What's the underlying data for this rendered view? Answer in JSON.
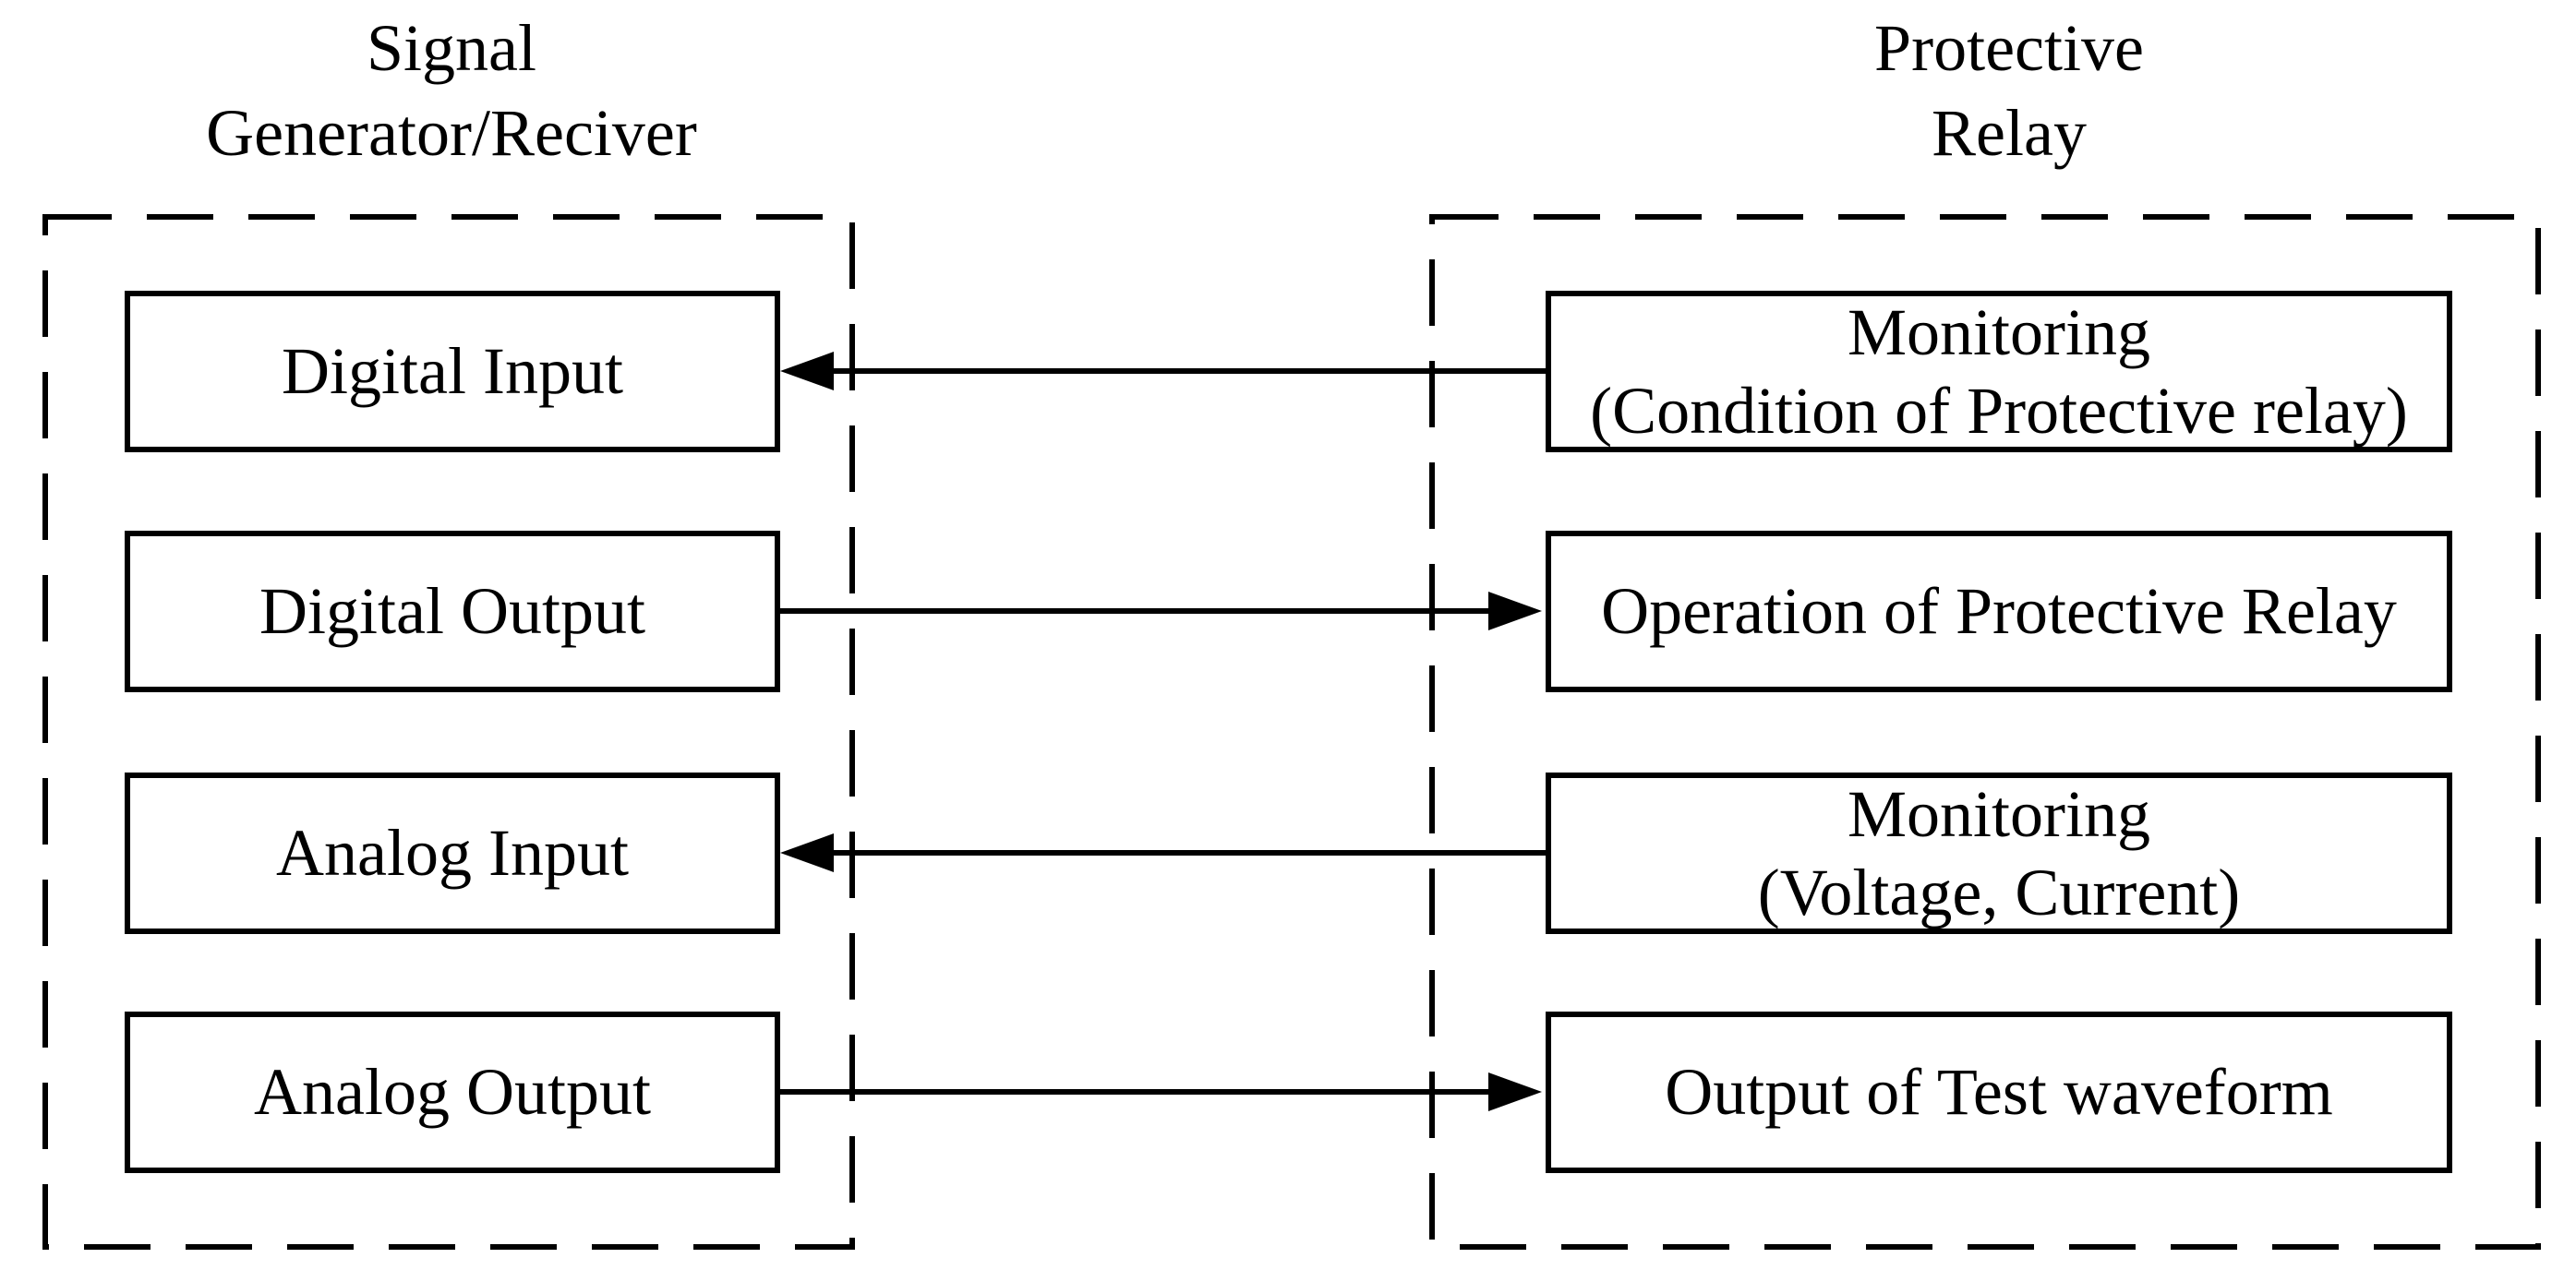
{
  "diagram": {
    "background": "#ffffff",
    "stroke_color": "#000000",
    "left_panel": {
      "title_lines": [
        "Signal",
        "Generator/Reciver"
      ],
      "boxes": [
        {
          "label": "Digital Input"
        },
        {
          "label": "Digital Output"
        },
        {
          "label": "Analog Input"
        },
        {
          "label": "Analog Output"
        }
      ]
    },
    "right_panel": {
      "title_lines": [
        "Protective",
        "Relay"
      ],
      "boxes": [
        {
          "lines": [
            "Monitoring",
            "(Condition of Protective relay)"
          ]
        },
        {
          "lines": [
            "Operation of Protective Relay"
          ]
        },
        {
          "lines": [
            "Monitoring",
            "(Voltage, Current)"
          ]
        },
        {
          "lines": [
            "Output of Test waveform"
          ]
        }
      ]
    },
    "connections": [
      {
        "from": "Monitoring (Condition of Protective relay)",
        "to": "Digital Input",
        "direction": "right-to-left"
      },
      {
        "from": "Digital Output",
        "to": "Operation of Protective Relay",
        "direction": "left-to-right"
      },
      {
        "from": "Monitoring (Voltage, Current)",
        "to": "Analog Input",
        "direction": "right-to-left"
      },
      {
        "from": "Analog Output",
        "to": "Output of Test waveform",
        "direction": "left-to-right"
      }
    ]
  }
}
